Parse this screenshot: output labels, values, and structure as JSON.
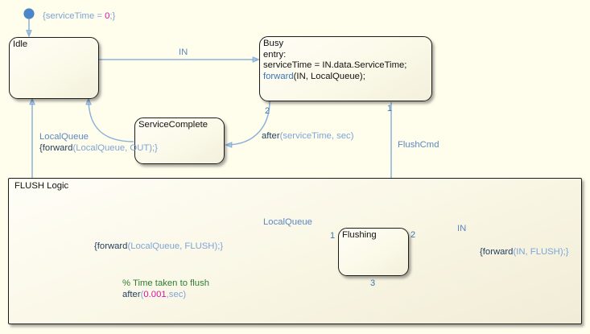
{
  "chart": {
    "background_color": "#fffdec",
    "transition_color": "#8cb2da",
    "junction_color": "#e0a33a",
    "default_dot_color": "#4a86c8",
    "comment_color": "#2e7d32",
    "literal_color": "#d912a0"
  },
  "states": {
    "idle": {
      "name": "Idle"
    },
    "busy": {
      "name": "Busy",
      "entry_keyword": "entry:",
      "line_service_time": "serviceTime = IN.data.ServiceTime;",
      "forward_keyword": "forward",
      "forward_args": "(IN, LocalQueue);"
    },
    "service_complete": {
      "name": "ServiceComplete"
    },
    "flushing": {
      "name": "Flushing"
    }
  },
  "subchart": {
    "title": "FLUSH Logic"
  },
  "transitions": {
    "default_action": "{serviceTime = 0;}",
    "default_action_prefix": "{serviceTime = ",
    "default_action_value": "0",
    "default_action_suffix": ";}",
    "idle_to_busy": "IN",
    "busy_to_service_complete_after": "after",
    "busy_to_service_complete_arg": "(serviceTime, sec)",
    "busy_to_service_complete_order": "2",
    "service_complete_to_idle_trigger": "LocalQueue",
    "service_complete_to_idle_action": "{forward(LocalQueue, OUT);}",
    "service_complete_to_idle_action_brace_open": "{",
    "service_complete_to_idle_action_kw": "forward",
    "service_complete_to_idle_action_args": "(LocalQueue, OUT);}",
    "busy_to_flush_trigger": "FlushCmd",
    "busy_to_flush_order": "1",
    "flushing_left_order": "1",
    "flushing_right_order": "2",
    "flushing_bottom_order": "3",
    "flush_localqueue_trigger": "LocalQueue",
    "flush_localqueue_action_brace": "{",
    "flush_localqueue_action_kw": "forward",
    "flush_localqueue_action_args": "(LocalQueue, FLUSH);}",
    "flush_in_trigger": "IN",
    "flush_in_action_brace": "{",
    "flush_in_action_kw": "forward",
    "flush_in_action_args": "(IN, FLUSH);}",
    "flush_timeout_comment": "% Time taken to flush",
    "flush_timeout_after": "after",
    "flush_timeout_open": "(",
    "flush_timeout_value": "0.001",
    "flush_timeout_close": ",sec)"
  }
}
